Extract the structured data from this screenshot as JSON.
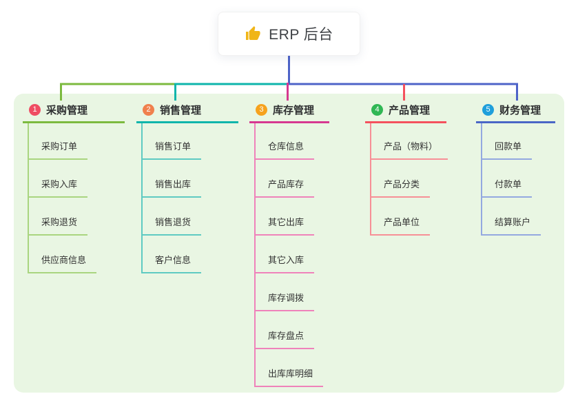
{
  "root": {
    "icon": "thumbs-up",
    "title": "ERP 后台"
  },
  "colors": {
    "page_bg": "#ffffff",
    "panel_bg": "#e9f6e3",
    "root_stem": "#4e63c8",
    "thumb_icon": "#f0b517"
  },
  "branches": [
    {
      "index": "1",
      "label": "采购管理",
      "line_color": "#7cba3f",
      "child_line_color": "#a9d57f",
      "badge_color": "#ef4d63",
      "children": [
        "采购订单",
        "采购入库",
        "采购退货",
        "供应商信息"
      ]
    },
    {
      "index": "2",
      "label": "销售管理",
      "line_color": "#0eb5ab",
      "child_line_color": "#5ecac2",
      "badge_color": "#f0804d",
      "children": [
        "销售订单",
        "销售出库",
        "销售退货",
        "客户信息"
      ]
    },
    {
      "index": "3",
      "label": "库存管理",
      "line_color": "#d63890",
      "child_line_color": "#ef82ba",
      "badge_color": "#f6a21d",
      "children": [
        "仓库信息",
        "产品库存",
        "其它出库",
        "其它入库",
        "库存调拨",
        "库存盘点",
        "出库库明细"
      ]
    },
    {
      "index": "4",
      "label": "产品管理",
      "line_color": "#f4515d",
      "child_line_color": "#f78f96",
      "badge_color": "#30b754",
      "children": [
        "产品（物料）",
        "产品分类",
        "产品单位"
      ]
    },
    {
      "index": "5",
      "label": "财务管理",
      "line_color": "#4a66c6",
      "child_line_color": "#93a8e0",
      "badge_color": "#1f9fdb",
      "children": [
        "回款单",
        "付款单",
        "结算账户"
      ]
    }
  ]
}
